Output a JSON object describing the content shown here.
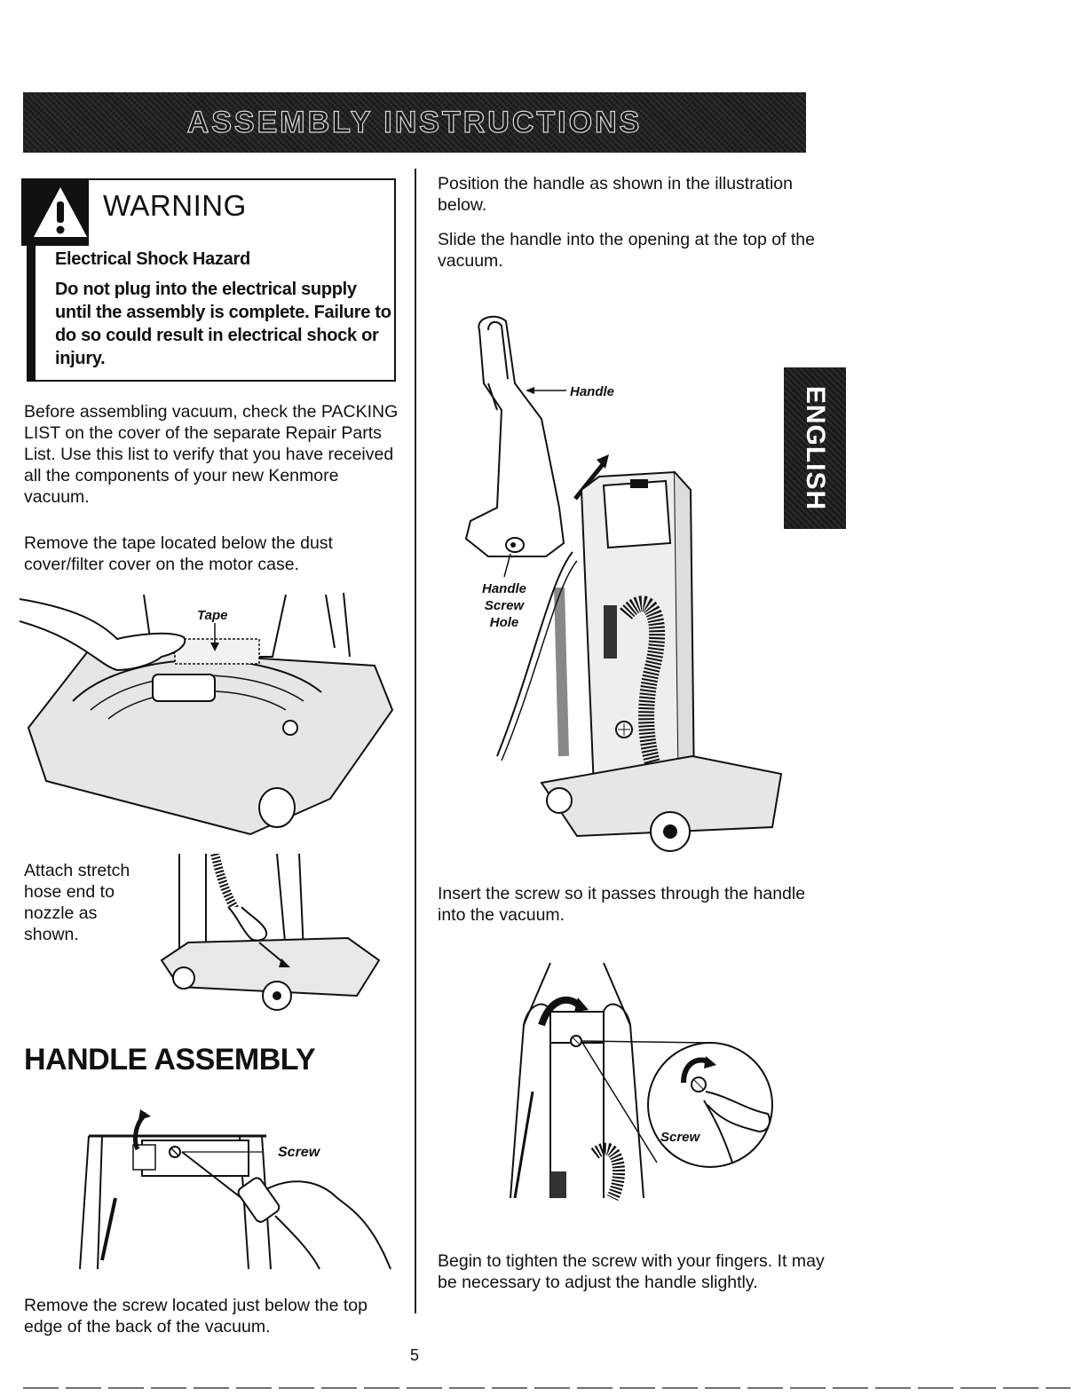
{
  "header": {
    "title": "ASSEMBLY INSTRUCTIONS"
  },
  "warning": {
    "title": "WARNING",
    "subtitle": "Electrical Shock Hazard",
    "text": "Do not plug into the electrical supply until the assembly is complete. Failure to do so could result in electrical shock or injury."
  },
  "left_column": {
    "para_before": "Before assembling vacuum, check the PACKING LIST on the cover of the separate Repair Parts List. Use this list to verify that you have received all the components of your new Kenmore vacuum.",
    "para_remove_tape": "Remove the tape located below the dust cover/filter cover on the motor case.",
    "tape_label": "Tape",
    "para_attach": "Attach stretch hose end to nozzle as shown.",
    "section_heading": "HANDLE ASSEMBLY",
    "screw_label": "Screw",
    "para_remove_screw": "Remove the screw located just below the top edge of the back of the vacuum."
  },
  "right_column": {
    "para_position": "Position the handle as shown in the illustration below.",
    "para_slide": "Slide the handle into the opening at the top of the vacuum.",
    "handle_label": "Handle",
    "handle_screw_hole_label_1": "Handle",
    "handle_screw_hole_label_2": "Screw",
    "handle_screw_hole_label_3": "Hole",
    "para_insert": "Insert the screw so it passes through the handle into the vacuum.",
    "screw_label": "Screw",
    "para_begin": "Begin to tighten the screw with your fingers. It may be necessary to adjust the handle slightly."
  },
  "side_tab": {
    "label": "ENGLISH"
  },
  "footer": {
    "page_number": "5"
  }
}
